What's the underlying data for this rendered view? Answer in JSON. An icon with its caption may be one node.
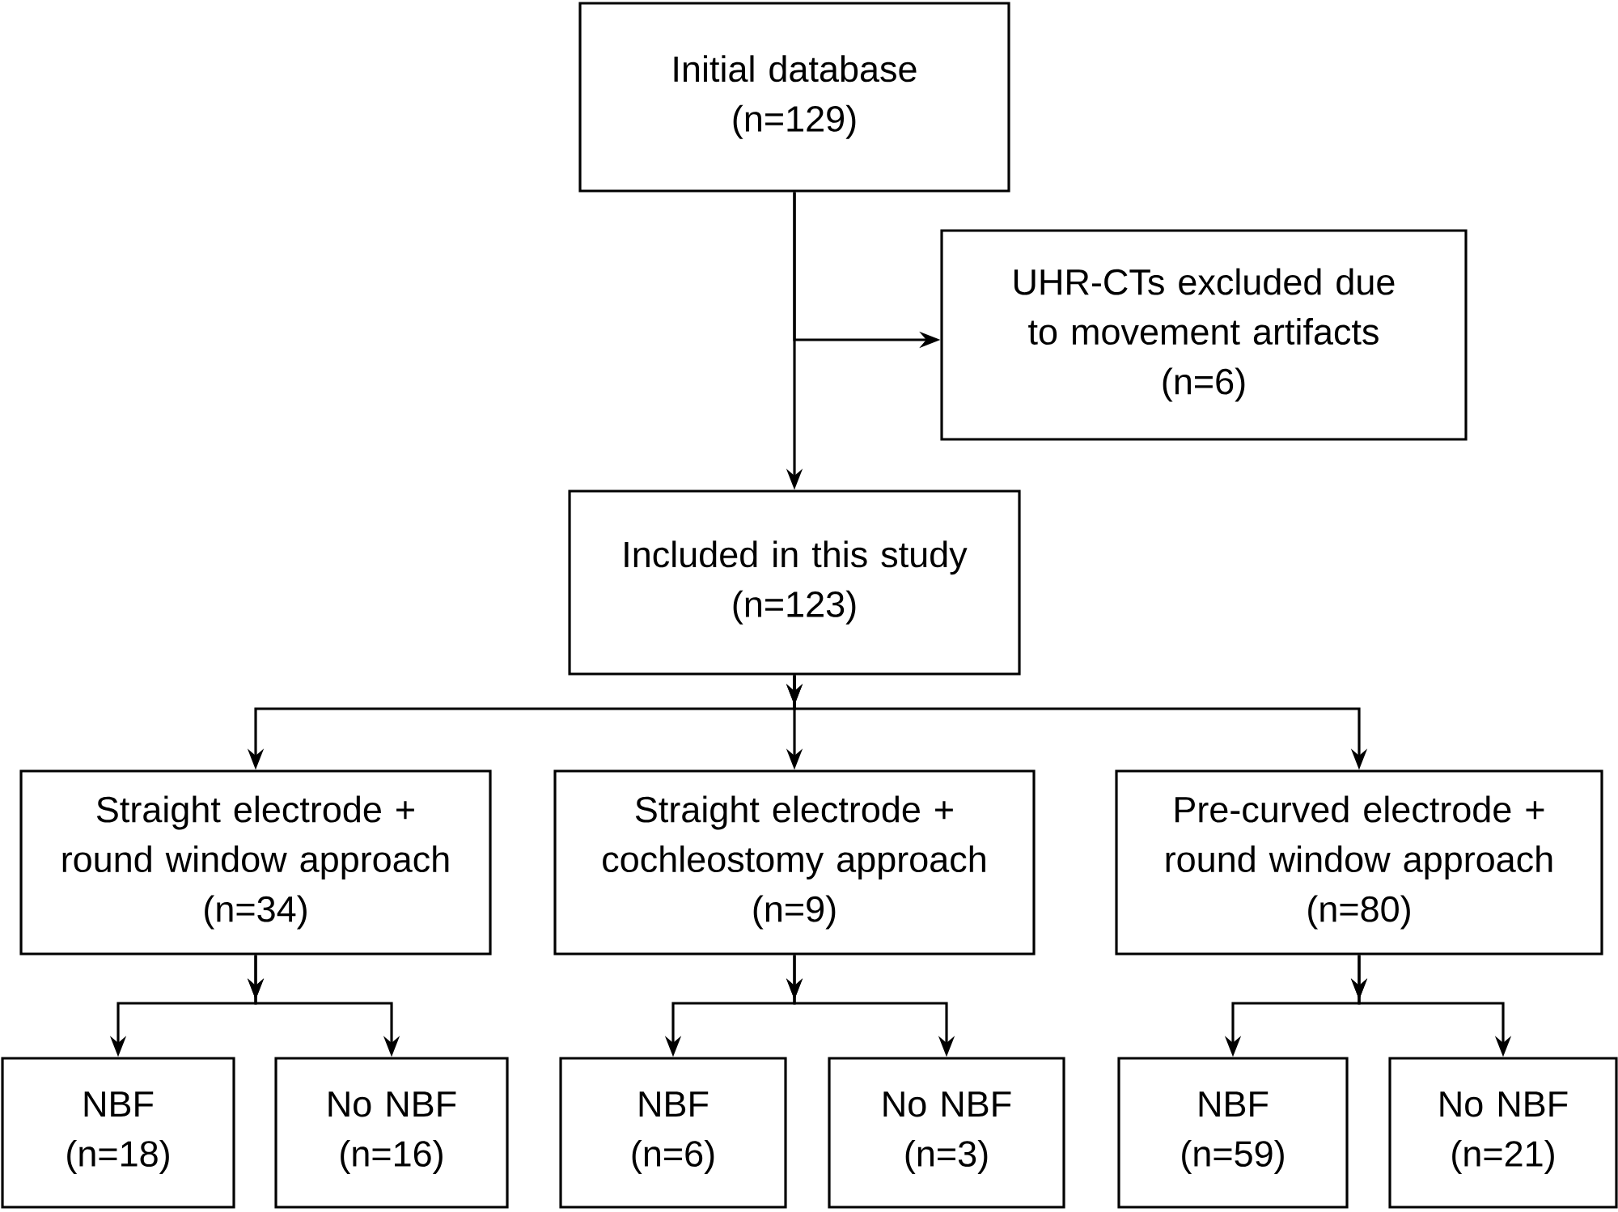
{
  "diagram": {
    "nodes": [
      {
        "text": [
          "Initial database",
          "(n=129)"
        ]
      },
      {
        "text": [
          "UHR-CTs excluded due to movement artifacts",
          "(n=6)"
        ]
      },
      {
        "text": [
          "Included in this study",
          "(n=123)"
        ]
      },
      {
        "text": [
          "Straight electrode + round window approach",
          "(n=34)"
        ]
      },
      {
        "text": [
          "Straight electrode + cochleostomy approach",
          "(n=9)"
        ]
      },
      {
        "text": [
          "Pre-curved electrode + round window approach",
          "(n=80)"
        ]
      },
      {
        "text": [
          "NBF",
          "(n=18)"
        ]
      },
      {
        "text": [
          "No NBF",
          "(n=16)"
        ]
      },
      {
        "text": [
          "NBF",
          "(n=6)"
        ]
      },
      {
        "text": [
          "No NBF",
          "(n=3)"
        ]
      },
      {
        "text": [
          "NBF",
          "(n=59)"
        ]
      },
      {
        "text": [
          "No NBF",
          "(n=21)"
        ]
      }
    ],
    "edges": [
      {
        "from": 0,
        "to": 1,
        "arrow": "to"
      },
      {
        "from": 0,
        "to": 2,
        "arrow": "to"
      },
      {
        "from": 2,
        "to": 3,
        "arrow": "to"
      },
      {
        "from": 2,
        "to": 4,
        "arrow": "to"
      },
      {
        "from": 2,
        "to": 5,
        "arrow": "to"
      },
      {
        "from": 3,
        "to": 6,
        "arrow": "to"
      },
      {
        "from": 3,
        "to": 7,
        "arrow": "to"
      },
      {
        "from": 4,
        "to": 8,
        "arrow": "to"
      },
      {
        "from": 4,
        "to": 9,
        "arrow": "to"
      },
      {
        "from": 5,
        "to": 10,
        "arrow": "to"
      },
      {
        "from": 5,
        "to": 11,
        "arrow": "to"
      }
    ]
  }
}
